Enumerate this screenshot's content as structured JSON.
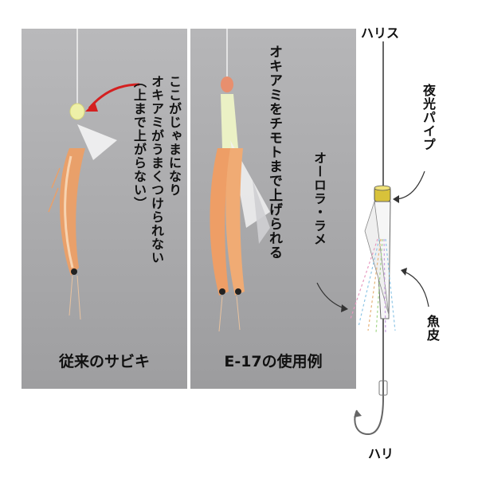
{
  "left_panel": {
    "annotation_lines": [
      "ここがじゃまになり",
      "オキアミがうまくつけられない",
      "（上まで上がらない）"
    ],
    "caption": "従来のサビキ"
  },
  "right_panel": {
    "annotation_lines": [
      "オキアミをチモトまで上げられる"
    ],
    "caption": "E-17の使用例"
  },
  "diagram": {
    "top_label": "ハリス",
    "bottom_label": "ハリ",
    "pipe_label": "夜光パイプ",
    "aurora_label": "オーロラ・ラメ",
    "skin_label": "魚皮"
  },
  "colors": {
    "arrow_red": "#d42020",
    "pipe_yellow": "#d8c23a",
    "panel_gray": "#aaaaac"
  }
}
